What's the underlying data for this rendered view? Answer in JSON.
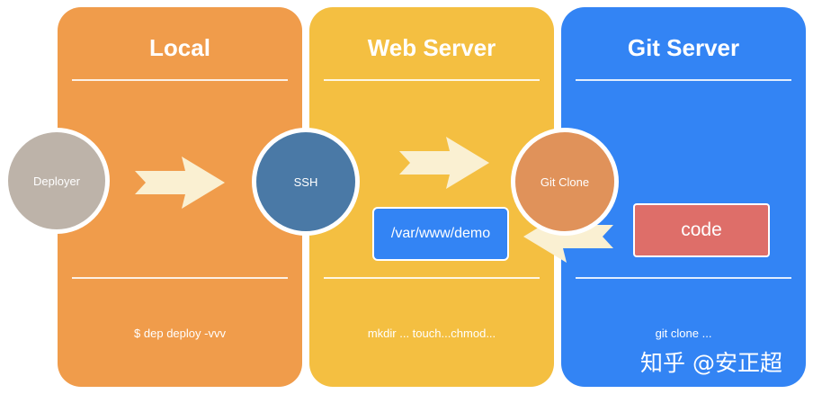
{
  "panels": {
    "local": {
      "title": "Local",
      "command": "$ dep deploy -vvv",
      "color": "#f09c4b"
    },
    "web": {
      "title": "Web Server",
      "command": "mkdir ... touch...chmod...",
      "color": "#f4bf41"
    },
    "git": {
      "title": "Git Server",
      "command": "git clone ...",
      "color": "#3384f4"
    }
  },
  "nodes": {
    "deployer": {
      "label": "Deployer",
      "color": "#bdb3a9"
    },
    "ssh": {
      "label": "SSH",
      "color": "#4a79a6"
    },
    "git_clone": {
      "label": "Git Clone",
      "color": "#e0925a"
    }
  },
  "boxes": {
    "demo_path": {
      "label": "/var/www/demo",
      "color": "#3384f4"
    },
    "code": {
      "label": "code",
      "color": "#de6e69"
    }
  },
  "arrows": {
    "color": "#faf0d2"
  },
  "watermark": {
    "text": "知乎 @安正超"
  }
}
